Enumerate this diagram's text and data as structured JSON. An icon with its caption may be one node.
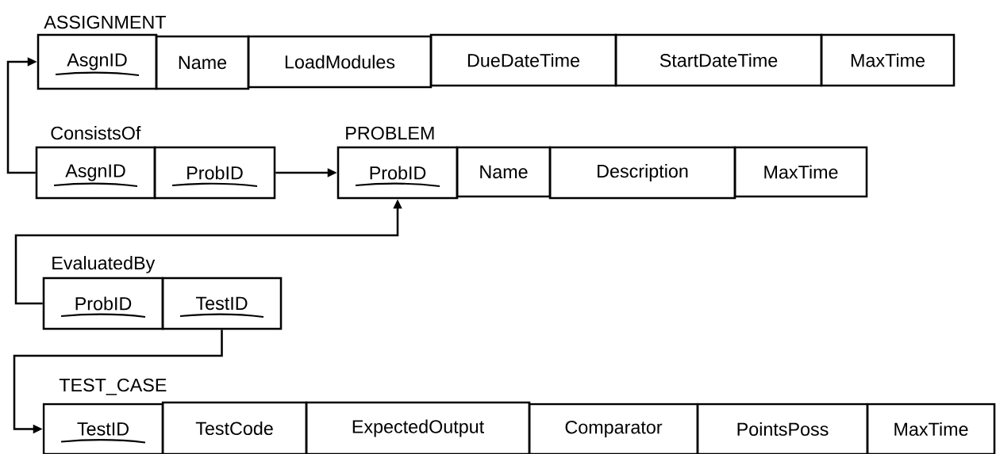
{
  "diagram": {
    "nodes": [
      {
        "text": [
          "AsgnID"
        ]
      },
      {
        "text": [
          "Name"
        ]
      },
      {
        "text": [
          "LoadModules"
        ]
      },
      {
        "text": [
          "DueDateTime"
        ]
      },
      {
        "text": [
          "StartDateTime"
        ]
      },
      {
        "text": [
          "MaxTime"
        ]
      },
      {
        "text": [
          "AsgnID"
        ]
      },
      {
        "text": [
          "ProbID"
        ]
      },
      {
        "text": [
          "ProbID"
        ]
      },
      {
        "text": [
          "Name"
        ]
      },
      {
        "text": [
          "Description"
        ]
      },
      {
        "text": [
          "MaxTime"
        ]
      },
      {
        "text": [
          "ProbID"
        ]
      },
      {
        "text": [
          "TestID"
        ]
      },
      {
        "text": [
          "TestID"
        ]
      },
      {
        "text": [
          "TestCode"
        ]
      },
      {
        "text": [
          "ExpectedOutput"
        ]
      },
      {
        "text": [
          "Comparator"
        ]
      },
      {
        "text": [
          "PointsPoss"
        ]
      },
      {
        "text": [
          "MaxTime"
        ]
      }
    ],
    "edges": [
      {
        "from": 6,
        "to": 0,
        "arrow": "to"
      },
      {
        "from": 7,
        "to": 8,
        "arrow": "to"
      },
      {
        "from": 12,
        "to": 8,
        "arrow": "to"
      },
      {
        "from": 13,
        "to": 14,
        "arrow": "to"
      }
    ],
    "labels": [
      "ASSIGNMENT",
      "ConsistsOf",
      "PROBLEM",
      "EvaluatedBy",
      "TEST_CASE"
    ]
  }
}
